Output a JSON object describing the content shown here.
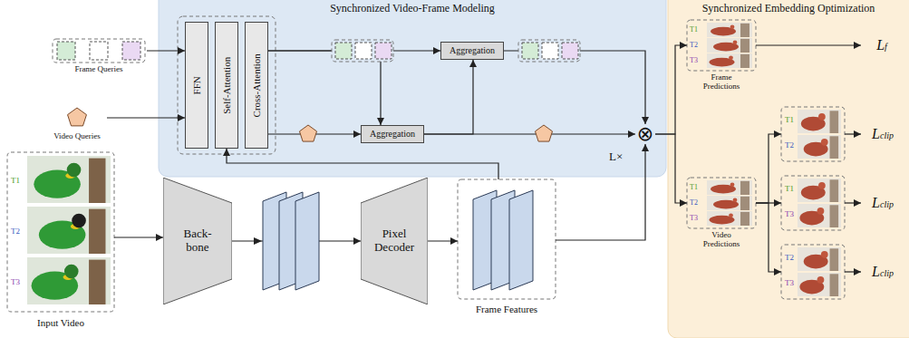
{
  "diagram": {
    "nodes": [
      {
        "text": [
          "Synchronized Video-Frame Modeling"
        ]
      },
      {
        "text": [
          "Synchronized Embedding Optimization"
        ]
      },
      {
        "text": [
          "Frame Queries"
        ]
      },
      {
        "text": [
          "Video Queries"
        ]
      },
      {
        "text": [
          "FFN"
        ],
        "in": 0
      },
      {
        "text": [
          "Self-Attention"
        ],
        "in": 0
      },
      {
        "text": [
          "Cross-Attention"
        ],
        "in": 0
      },
      {
        "text": [
          "Aggregation"
        ],
        "in": 0
      },
      {
        "text": [
          "Aggregation"
        ],
        "in": 0
      },
      {
        "text": [
          "⊗"
        ],
        "in": 0
      },
      {
        "text": [
          "T1",
          "T2",
          "T3",
          "Input Video"
        ]
      },
      {
        "text": [
          "Back- bone"
        ]
      },
      {
        "text": [
          "Pixel Decoder"
        ]
      },
      {
        "text": [
          "Frame Features"
        ]
      },
      {
        "text": [
          "T1",
          "T2",
          "T3",
          "Frame Predictions"
        ],
        "in": 1
      },
      {
        "text": [
          "Lf"
        ],
        "in": 1
      },
      {
        "text": [
          "T1",
          "T2",
          "T3",
          "Video Predictions"
        ],
        "in": 1
      },
      {
        "text": [
          "T1",
          "T2"
        ],
        "in": 1
      },
      {
        "text": [
          "Lclip"
        ],
        "in": 1
      },
      {
        "text": [
          "T1",
          "T3"
        ],
        "in": 1
      },
      {
        "text": [
          "Lclip"
        ],
        "in": 1
      },
      {
        "text": [
          "T2",
          "T3"
        ],
        "in": 1
      },
      {
        "text": [
          "Lclip"
        ],
        "in": 1
      }
    ],
    "edges": [
      {
        "from": 2,
        "to": 4,
        "arrow": "to"
      },
      {
        "from": 3,
        "to": 4,
        "arrow": "to"
      },
      {
        "from": 6,
        "to": 7,
        "arrow": "to"
      },
      {
        "from": 6,
        "to": 8,
        "arrow": "to"
      },
      {
        "from": 6,
        "to": 8,
        "arrow": "to"
      },
      {
        "from": 8,
        "to": 7,
        "arrow": "to"
      },
      {
        "from": 7,
        "to": 9,
        "arrow": "to"
      },
      {
        "from": 8,
        "to": 9,
        "arrow": "to"
      },
      {
        "from": 10,
        "to": 11,
        "arrow": "to"
      },
      {
        "from": 11,
        "to": 12,
        "arrow": "to"
      },
      {
        "from": 12,
        "to": 13,
        "arrow": "to"
      },
      {
        "from": 13,
        "to": 5,
        "arrow": "to"
      },
      {
        "from": 13,
        "to": 9,
        "arrow": "to"
      },
      {
        "from": 9,
        "to": 14,
        "arrow": "to"
      },
      {
        "from": 9,
        "to": 16,
        "arrow": "to"
      },
      {
        "from": 14,
        "to": 15,
        "arrow": "to"
      },
      {
        "from": 16,
        "to": 17,
        "arrow": "to"
      },
      {
        "from": 16,
        "to": 19,
        "arrow": "to"
      },
      {
        "from": 16,
        "to": 21,
        "arrow": "to"
      },
      {
        "from": 17,
        "to": 18,
        "arrow": "to"
      },
      {
        "from": 19,
        "to": 20,
        "arrow": "to"
      },
      {
        "from": 21,
        "to": 22,
        "arrow": "to"
      }
    ],
    "labels": [
      "L×"
    ]
  }
}
